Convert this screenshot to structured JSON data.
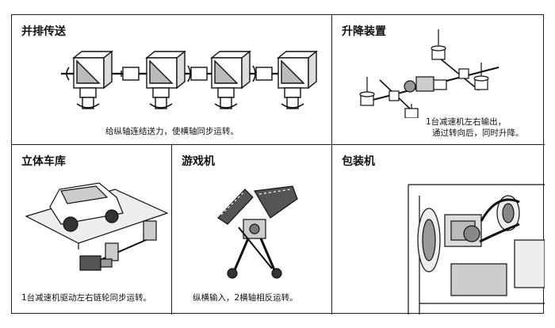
{
  "panels": {
    "parallel": {
      "title": "并排传送",
      "caption": "给纵轴连结送力，使横轴同步运转。"
    },
    "lifting": {
      "title": "升降装置",
      "caption_line1": "1台减速机左右输出，",
      "caption_line2": "通过转向后，同时升降。"
    },
    "garage": {
      "title": "立体车库",
      "caption": "1台减速机驱动左右链轮同步运转。"
    },
    "game": {
      "title": "游戏机",
      "caption": "纵横输入，2横轴相反运转。"
    },
    "packaging": {
      "title": "包装机"
    }
  }
}
